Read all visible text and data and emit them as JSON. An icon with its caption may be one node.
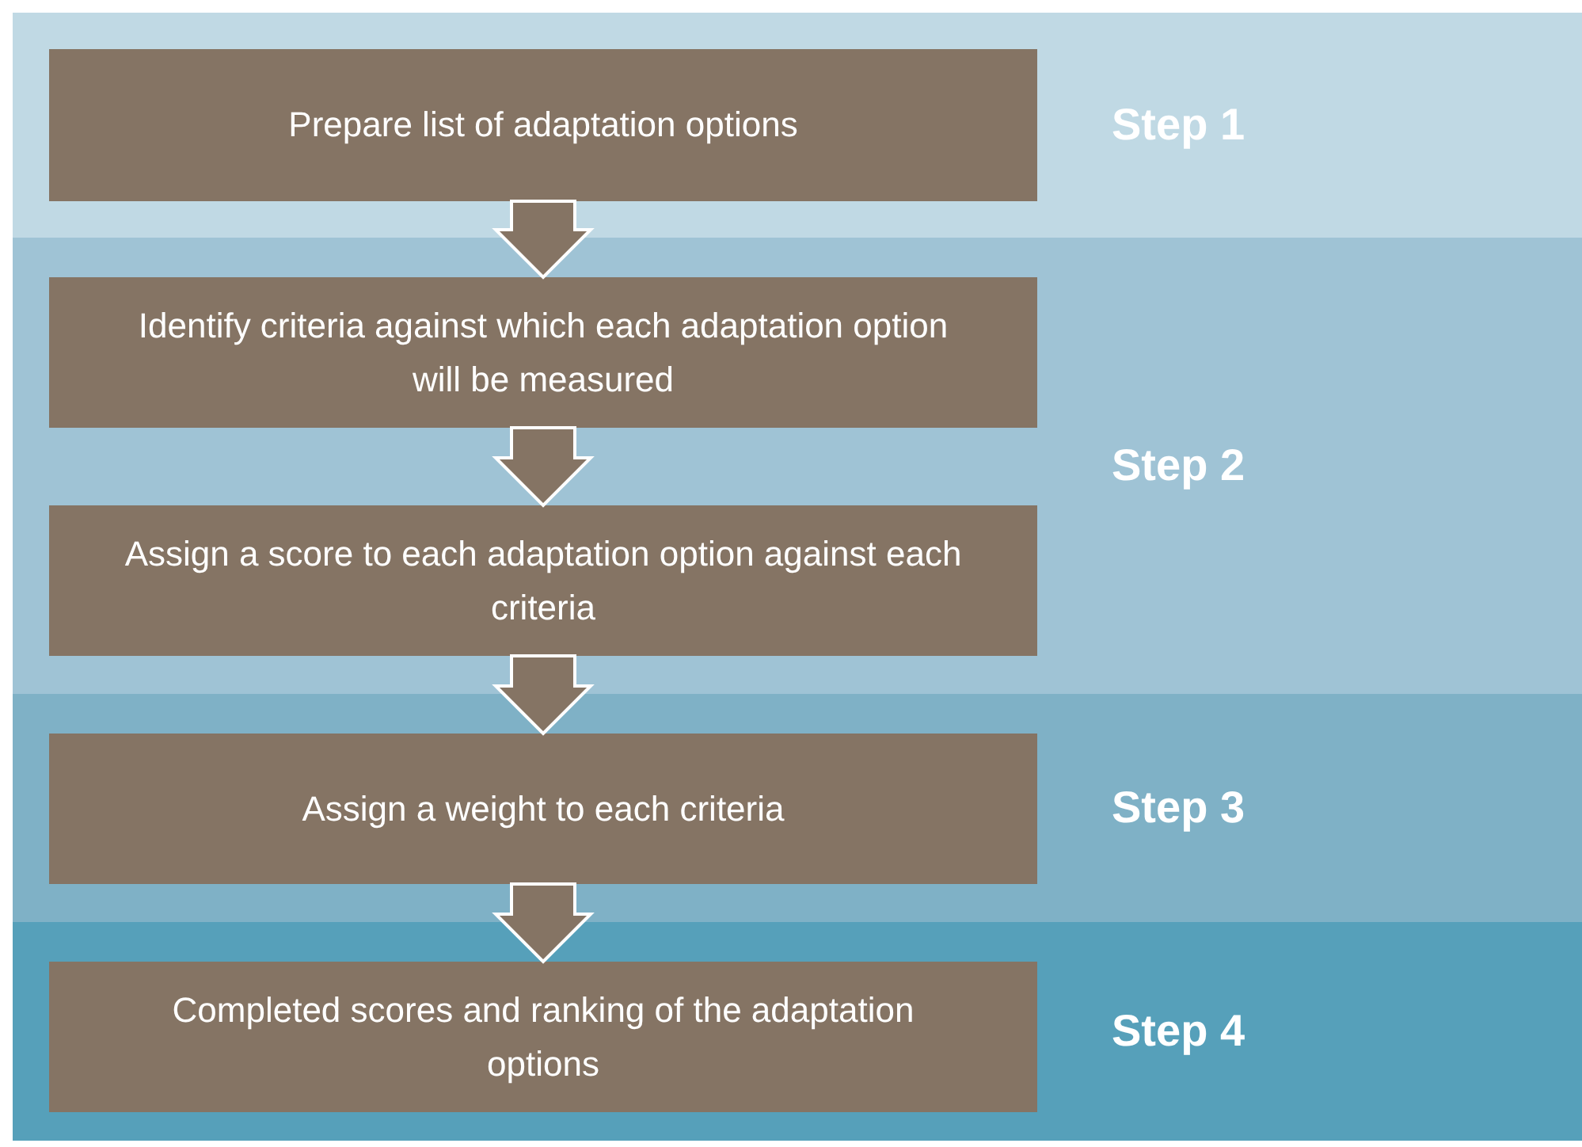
{
  "diagram": {
    "nodes": [
      {
        "text": [
          "Step 1"
        ]
      },
      {
        "text": [
          "Prepare list of adaptation options"
        ],
        "in": 0
      },
      {
        "text": [
          "Step 2"
        ]
      },
      {
        "text": [
          "Identify criteria against which each adaptation option will be measured"
        ],
        "in": 2
      },
      {
        "text": [
          "Assign a score to each adaptation option against each criteria"
        ],
        "in": 2
      },
      {
        "text": [
          "Step 3"
        ]
      },
      {
        "text": [
          "Assign a weight to each criteria"
        ],
        "in": 5
      },
      {
        "text": [
          "Step 4"
        ]
      },
      {
        "text": [
          "Completed scores and ranking of the adaptation options"
        ],
        "in": 7
      }
    ],
    "edges": [
      {
        "from": 1,
        "to": 3,
        "arrow": "to"
      },
      {
        "from": 3,
        "to": 4,
        "arrow": "to"
      },
      {
        "from": 4,
        "to": 6,
        "arrow": "to"
      },
      {
        "from": 6,
        "to": 8,
        "arrow": "to"
      }
    ]
  }
}
